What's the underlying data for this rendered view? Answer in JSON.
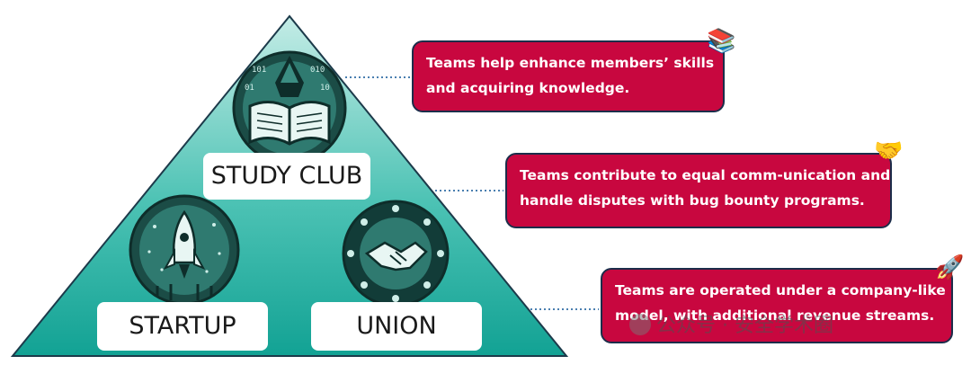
{
  "pyramid": {
    "labels": {
      "study_club": "STUDY CLUB",
      "startup": "STARTUP",
      "union": "UNION"
    },
    "colors": {
      "top": "#bdeae3",
      "bottom": "#1aa89b",
      "outline": "#1c3a4a",
      "emblem_dark": "#123c38"
    }
  },
  "callouts": [
    {
      "lines": [
        "Teams help enhance members’ skills",
        "and acquiring knowledge."
      ],
      "icon": "book-icon",
      "glyph": "📚"
    },
    {
      "lines": [
        "Teams contribute to equal comm-unication and",
        "handle disputes with bug bounty programs."
      ],
      "icon": "handshake-icon",
      "glyph": "🤝"
    },
    {
      "lines": [
        "Teams are operated under a company-like",
        "model, with additional revenue streams."
      ],
      "icon": "rocket-icon",
      "glyph": "🚀"
    }
  ],
  "callout_colors": {
    "fill": "#c8073f",
    "border": "#1c2d4a",
    "connector": "#4a7fb0"
  },
  "watermark": {
    "text": "公众号 · 安全学术圈"
  }
}
